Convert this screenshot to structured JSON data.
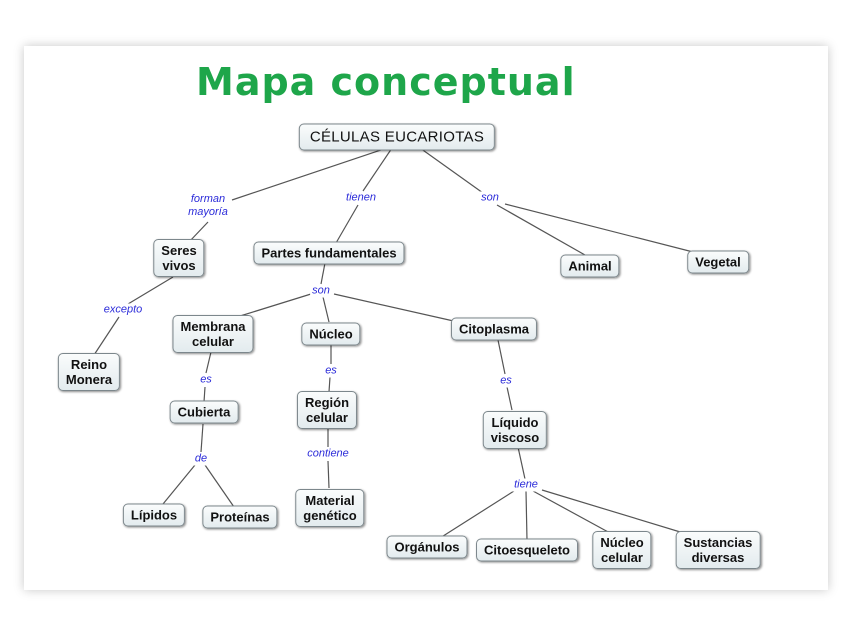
{
  "title": "Mapa conceptual",
  "concepts": {
    "root": "CÉLULAS EUCARIOTAS",
    "seres_vivos": "Seres\nvivos",
    "reino_monera": "Reino\nMonera",
    "partes": "Partes fundamentales",
    "animal": "Animal",
    "vegetal": "Vegetal",
    "membrana": "Membrana\ncelular",
    "nucleo": "Núcleo",
    "citoplasma": "Citoplasma",
    "cubierta": "Cubierta",
    "region": "Región\ncelular",
    "liquido": "Líquido\nviscoso",
    "lipidos": "Lípidos",
    "proteinas": "Proteínas",
    "material": "Material\ngenético",
    "organulos": "Orgánulos",
    "citoesqueleto": "Citoesqueleto",
    "nucleo_celular": "Núcleo\ncelular",
    "sustancias": "Sustancias\ndiversas"
  },
  "links": {
    "forman": "forman\nmayoría",
    "tienen": "tienen",
    "son_top": "son",
    "excepto": "excepto",
    "son_mid": "son",
    "es_membrana": "es",
    "es_nucleo": "es",
    "es_citoplasma": "es",
    "de": "de",
    "contiene": "contiene",
    "tiene": "tiene"
  },
  "colors": {
    "title": "#1ea64a",
    "link_text": "#2b2bd9",
    "line": "#555555"
  }
}
